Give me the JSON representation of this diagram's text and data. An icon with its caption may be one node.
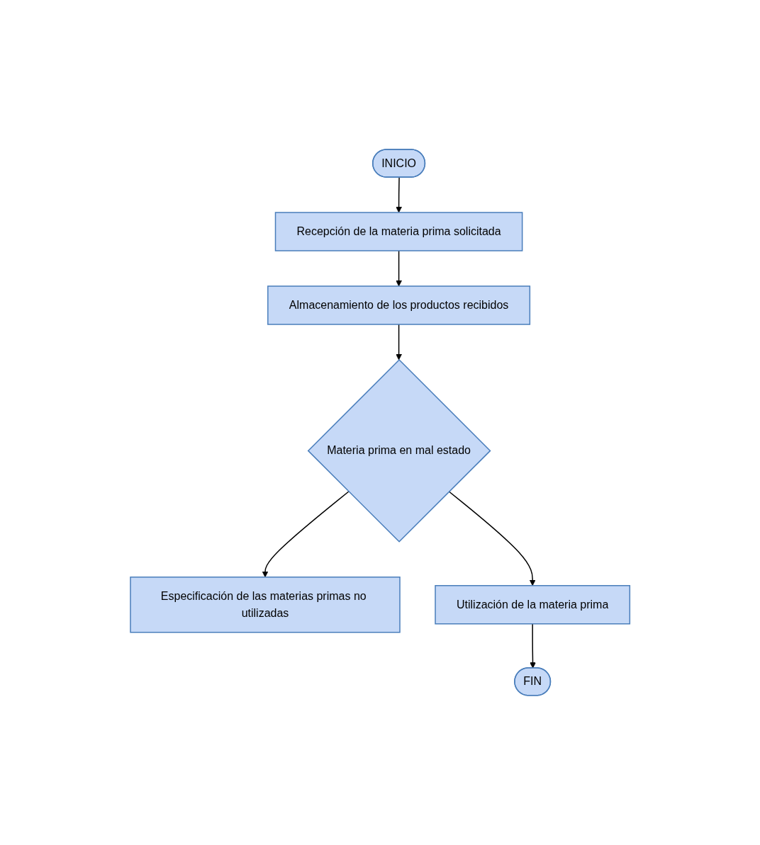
{
  "diagram": {
    "nodes": [
      {
        "text": [
          "INICIO"
        ]
      },
      {
        "text": [
          "Recepción de la materia prima solicitada"
        ]
      },
      {
        "text": [
          "Almacenamiento de los productos recibidos"
        ]
      },
      {
        "text": [
          "Materia prima en mal estado"
        ]
      },
      {
        "text": [
          "Especificación de las materias primas no utilizadas"
        ]
      },
      {
        "text": [
          "Utilización de la materia prima"
        ]
      },
      {
        "text": [
          "FIN"
        ]
      }
    ],
    "edges": [
      {
        "from": 0,
        "to": 1,
        "arrow": "to"
      },
      {
        "from": 1,
        "to": 2,
        "arrow": "to"
      },
      {
        "from": 2,
        "to": 3,
        "arrow": "to"
      },
      {
        "from": 3,
        "to": 4,
        "arrow": "to"
      },
      {
        "from": 3,
        "to": 5,
        "arrow": "to"
      },
      {
        "from": 5,
        "to": 6,
        "arrow": "to"
      }
    ]
  }
}
